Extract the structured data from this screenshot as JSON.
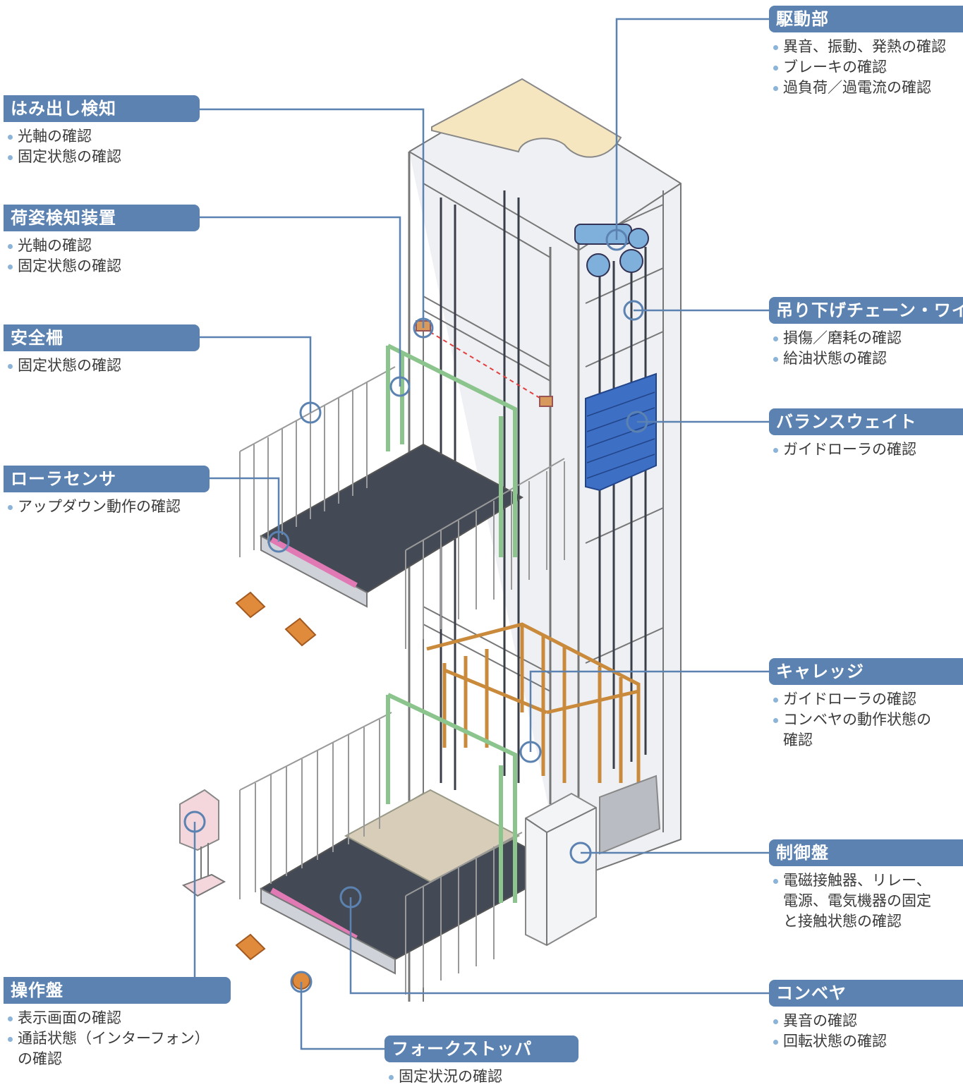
{
  "callouts": [
    {
      "key": "drive",
      "title": "駆動部",
      "items": [
        "異音、振動、発熱の確認",
        "ブレーキの確認",
        "過負荷／過電流の確認"
      ]
    },
    {
      "key": "overhang",
      "title": "はみ出し検知",
      "items": [
        "光軸の確認",
        "固定状態の確認"
      ]
    },
    {
      "key": "load_sensor",
      "title": "荷姿検知装置",
      "items": [
        "光軸の確認",
        "固定状態の確認"
      ]
    },
    {
      "key": "fence",
      "title": "安全柵",
      "items": [
        "固定状態の確認"
      ]
    },
    {
      "key": "roller_sensor",
      "title": "ローラセンサ",
      "items": [
        "アップダウン動作の確認"
      ]
    },
    {
      "key": "chain",
      "title": "吊り下げチェーン・ワイヤ",
      "items": [
        "損傷／磨耗の確認",
        "給油状態の確認"
      ]
    },
    {
      "key": "balance",
      "title": "バランスウェイト",
      "items": [
        "ガイドローラの確認"
      ]
    },
    {
      "key": "carriage",
      "title": "キャレッジ",
      "items": [
        "ガイドローラの確認",
        "コンベヤの動作状態の",
        "確認"
      ]
    },
    {
      "key": "control",
      "title": "制御盤",
      "items": [
        "電磁接触器、リレー、",
        "電源、電気機器の固定",
        "と接触状態の確認"
      ]
    },
    {
      "key": "conveyor",
      "title": "コンベヤ",
      "items": [
        "異音の確認",
        "回転状態の確認"
      ]
    },
    {
      "key": "panel",
      "title": "操作盤",
      "items": [
        "表示画面の確認",
        "通話状態（インターフォン）",
        "の確認"
      ]
    },
    {
      "key": "stopper",
      "title": "フォークストッパ",
      "items": [
        "固定状況の確認"
      ]
    }
  ],
  "colors": {
    "label_bg": "#5b82b0",
    "leader": "#5b82b0",
    "frame": "#e6e9ee",
    "rail": "#3a3e48",
    "green_gate": "#9fcfa0",
    "wood_cage": "#c98a3c",
    "weight": "#3d6fc4",
    "roof": "#f6e6bf",
    "stopper": "#e08a3c",
    "roller_strip": "#e079b4"
  }
}
